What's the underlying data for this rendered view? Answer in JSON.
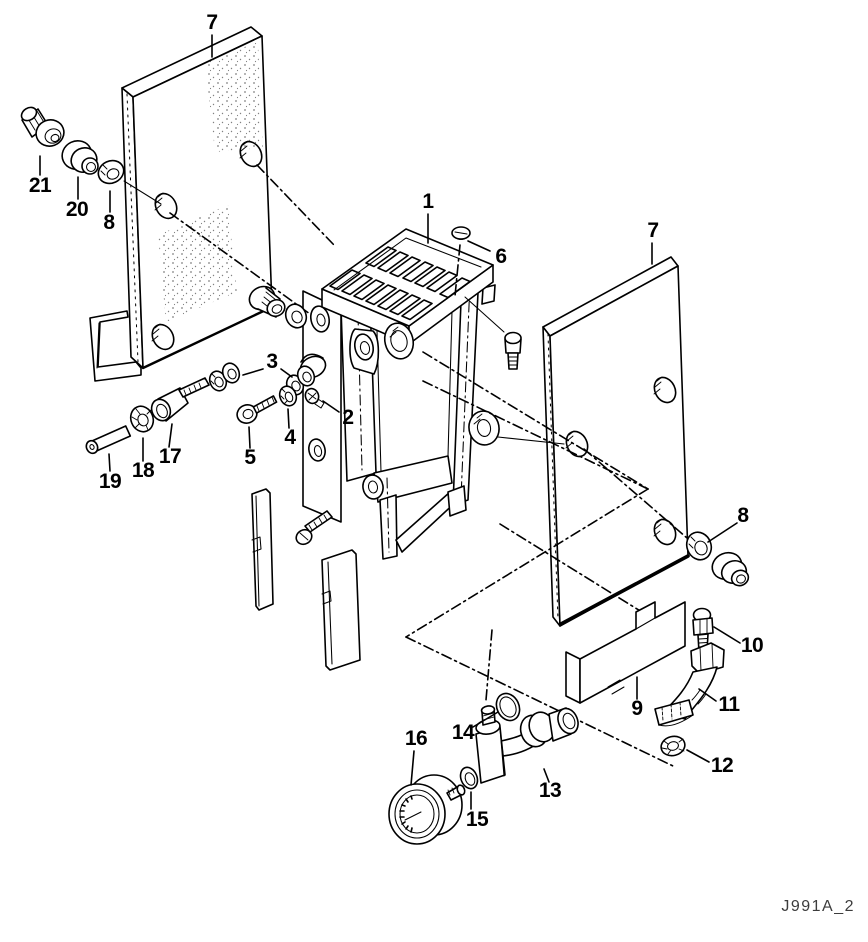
{
  "diagram": {
    "type": "exploded-parts-diagram",
    "code": "J991A_2",
    "labels": {
      "l1": "1",
      "l2": "2",
      "l3": "3",
      "l4": "4",
      "l5": "5",
      "l6": "6",
      "l7a": "7",
      "l7b": "7",
      "l8a": "8",
      "l8b": "8",
      "l9": "9",
      "l10": "10",
      "l11": "11",
      "l12": "12",
      "l13": "13",
      "l14": "14",
      "l15": "15",
      "l16": "16",
      "l17": "17",
      "l18": "18",
      "l19": "19",
      "l20": "20",
      "l21": "21"
    }
  }
}
